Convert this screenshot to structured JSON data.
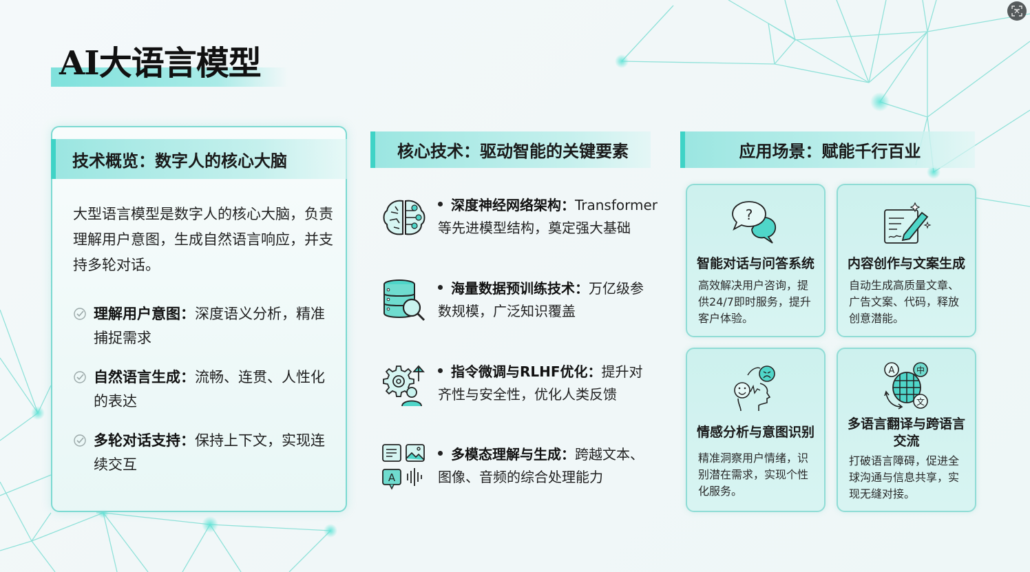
{
  "title": "AI大语言模型",
  "colors": {
    "accent": "#3fd3c6",
    "accent_light": "#9be6e1",
    "card_bg": "#cdf1ee",
    "card_border": "#8fdcd5",
    "text": "#1a1a1a"
  },
  "overview": {
    "header": "技术概览：数字人的核心大脑",
    "intro": "大型语言模型是数字人的核心大脑，负责理解用户意图，生成自然语言响应，并支持多轮对话。",
    "bullets": [
      {
        "icon": "check-circle-icon",
        "label": "理解用户意图：",
        "text": "深度语义分析，精准捕捉需求"
      },
      {
        "icon": "check-circle-icon",
        "label": "自然语言生成：",
        "text": "流畅、连贯、人性化的表达"
      },
      {
        "icon": "check-circle-icon",
        "label": "多轮对话支持：",
        "text": "保持上下文，实现连续交互"
      }
    ]
  },
  "core_tech": {
    "header": "核心技术：驱动智能的关键要素",
    "items": [
      {
        "icon": "brain-network-icon",
        "label": "深度神经网络架构：",
        "line1_rest": "Transformer",
        "line2": "等先进模型结构，奠定强大基础"
      },
      {
        "icon": "database-search-icon",
        "label": "海量数据预训练技术：",
        "line1_rest": "万亿级参",
        "line2": "数规模，广泛知识覆盖"
      },
      {
        "icon": "gear-user-arrow-icon",
        "label": "指令微调与RLHF优化：",
        "line1_rest": "提升对",
        "line2": "齐性与安全性，优化人类反馈"
      },
      {
        "icon": "multimodal-icon",
        "label": "多模态理解与生成：",
        "line1_rest": "跨越文本、",
        "line2": "图像、音频的综合处理能力"
      }
    ]
  },
  "applications": {
    "header": "应用场景：赋能千行百业",
    "cards": [
      {
        "icon": "chat-question-icon",
        "title": "智能对话与问答系统",
        "desc": "高效解决用户咨询，提供24/7即时服务，提升客户体验。"
      },
      {
        "icon": "document-pen-icon",
        "title": "内容创作与文案生成",
        "desc": "自动生成高质量文章、广告文案、代码，释放创意潜能。"
      },
      {
        "icon": "emotion-head-icon",
        "title": "情感分析与意图识别",
        "desc": "精准洞察用户情绪，识别潜在需求，实现个性化服务。"
      },
      {
        "icon": "globe-translate-icon",
        "title": "多语言翻译与跨语言交流",
        "desc": "打破语言障碍，促进全球沟通与信息共享，实现无缝对接。"
      }
    ]
  },
  "corner_button": {
    "icon": "translate-screen-icon"
  }
}
